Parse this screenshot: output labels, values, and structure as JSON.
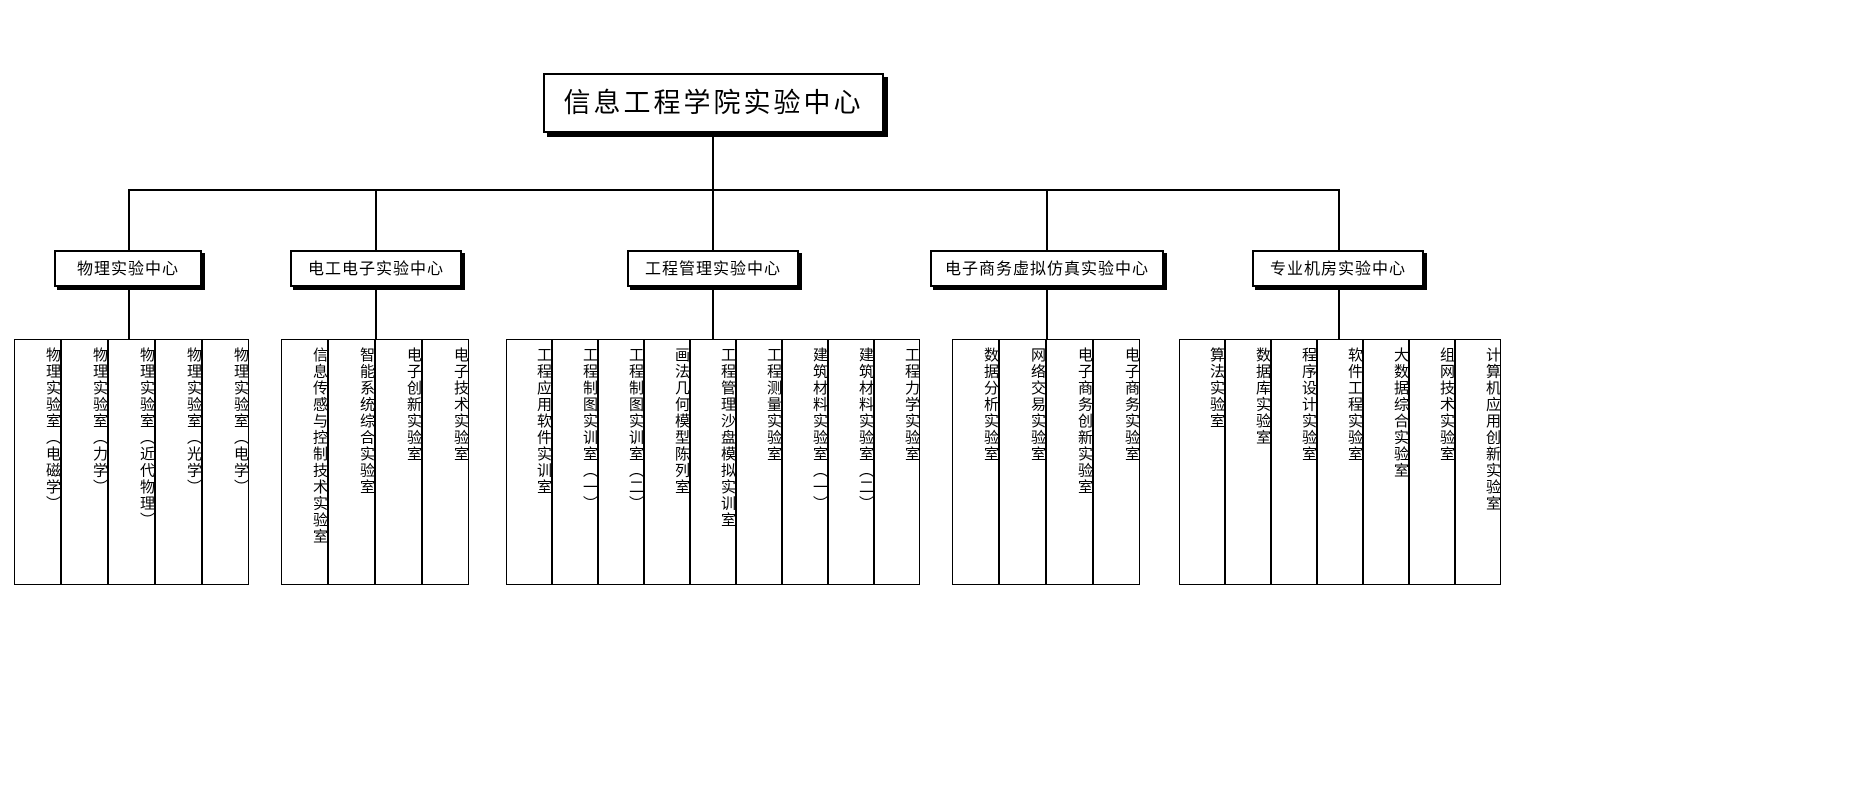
{
  "diagram": {
    "type": "org-chart",
    "title": "信息工程学院实验中心",
    "root": {
      "label": "信息工程学院实验中心"
    },
    "groups": [
      {
        "id": "physics",
        "label": "物理实验中心",
        "leaves": [
          {
            "label": "物理实验室（电磁学）"
          },
          {
            "label": "物理实验室（力学）"
          },
          {
            "label": "物理实验室（近代物理）"
          },
          {
            "label": "物理实验室（光学）"
          },
          {
            "label": "物理实验室（电学）"
          }
        ]
      },
      {
        "id": "electrical",
        "label": "电工电子实验中心",
        "leaves": [
          {
            "label": "信息传感与控制技术实验室"
          },
          {
            "label": "智能系统综合实验室"
          },
          {
            "label": "电子创新实验室"
          },
          {
            "label": "电子技术实验室"
          }
        ]
      },
      {
        "id": "engineering-management",
        "label": "工程管理实验中心",
        "leaves": [
          {
            "label": "工程应用软件实训室"
          },
          {
            "label": "工程制图实训室（一）"
          },
          {
            "label": "工程制图实训室（二）"
          },
          {
            "label": "画法几何模型陈列室"
          },
          {
            "label": "工程管理沙盘模拟实训室"
          },
          {
            "label": "工程测量实验室"
          },
          {
            "label": "建筑材料实验室（一）"
          },
          {
            "label": "建筑材料实验室（二）"
          },
          {
            "label": "工程力学实验室"
          }
        ]
      },
      {
        "id": "ecommerce",
        "label": "电子商务虚拟仿真实验中心",
        "leaves": [
          {
            "label": "数据分析实验室"
          },
          {
            "label": "网络交易实验室"
          },
          {
            "label": "电子商务创新实验室"
          },
          {
            "label": "电子商务实验室"
          }
        ]
      },
      {
        "id": "computer-room",
        "label": "专业机房实验中心",
        "leaves": [
          {
            "label": "算法实验室"
          },
          {
            "label": "数据库实验室"
          },
          {
            "label": "程序设计实验室"
          },
          {
            "label": "软件工程实验室"
          },
          {
            "label": "大数据综合实验室"
          },
          {
            "label": "组网技术实验室"
          },
          {
            "label": "计算机应用创新实验室"
          }
        ]
      }
    ],
    "colors": {
      "line": "#000000",
      "box_fill": "#ffffff",
      "text": "#000000"
    }
  }
}
